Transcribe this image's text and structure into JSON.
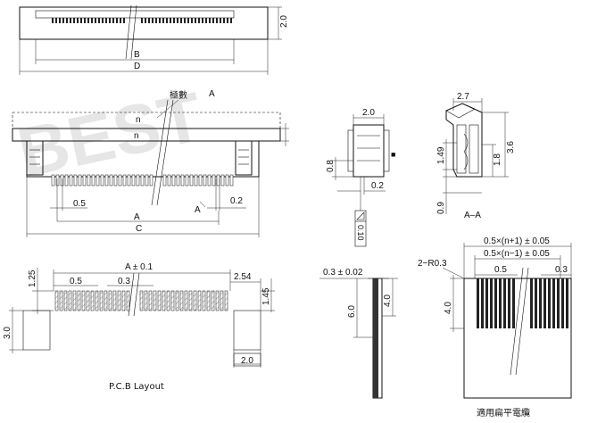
{
  "watermark": "BEST",
  "top_view": {
    "dim_B": "B",
    "dim_D": "D",
    "height": "2.0"
  },
  "front_view": {
    "n_top": "n",
    "n_mid": "n",
    "pin_label": "極數",
    "section_marker": "A",
    "pitch": "0.5",
    "pin_width": "0.2",
    "dim_A": "A",
    "dim_C": "C",
    "arrow_A": "A"
  },
  "side_view": {
    "width": "2.0",
    "h_08": "0.8",
    "t_02": "0.2",
    "fcc_thick": "0.10"
  },
  "section_view": {
    "w_27": "2.7",
    "h_149": "1.49",
    "h_18": "1.8",
    "h_36": "3.6",
    "b_09": "0.9",
    "title": "A–A"
  },
  "pcb_layout": {
    "dim_A": "A ± 0.1",
    "pitch": "0.5",
    "pad_w": "0.3",
    "h_125": "1.25",
    "w_254": "2.54",
    "h_145": "1.45",
    "h_30": "3.0",
    "w_20": "2.0",
    "caption": "P.C.B Layout"
  },
  "fcc_side": {
    "thick": "0.3 ± 0.02",
    "h_60": "6.0",
    "h_40": "4.0"
  },
  "fcc_cable": {
    "w_np1": "0.5×(n+1) ± 0.05",
    "w_nm1": "0.5×(n−1) ± 0.05",
    "radius": "2−R0.3",
    "pitch": "0.5",
    "cond_w": "0.3",
    "h_40": "4.0",
    "caption": "適用扁平電纜"
  }
}
